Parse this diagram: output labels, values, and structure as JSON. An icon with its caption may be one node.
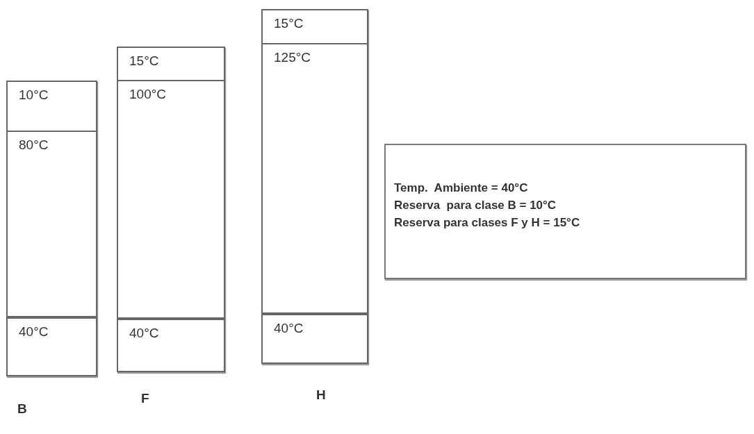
{
  "diagram": {
    "nodes": [
      {
        "text": [],
        "shape": "box",
        "beside": [
          "B"
        ]
      },
      {
        "text": [
          "10°C"
        ],
        "in": 0
      },
      {
        "text": [
          "80°C"
        ],
        "in": 0
      },
      {
        "text": [
          "40°C"
        ],
        "in": 0
      },
      {
        "text": [],
        "shape": "box",
        "beside": [
          "F"
        ]
      },
      {
        "text": [
          "15°C"
        ],
        "in": 4
      },
      {
        "text": [
          "100°C"
        ],
        "in": 4
      },
      {
        "text": [
          "40°C"
        ],
        "in": 4
      },
      {
        "text": [],
        "shape": "box",
        "beside": [
          "H"
        ]
      },
      {
        "text": [
          "15°C"
        ],
        "in": 8
      },
      {
        "text": [
          "125°C"
        ],
        "in": 8
      },
      {
        "text": [
          "40°C"
        ],
        "in": 8
      },
      {
        "text": [
          "Temp.  Ambiente = 40°C",
          "Reserva  para clase B = 10°C",
          "Reserva para clases F y H = 15°C"
        ]
      }
    ],
    "edges": []
  }
}
